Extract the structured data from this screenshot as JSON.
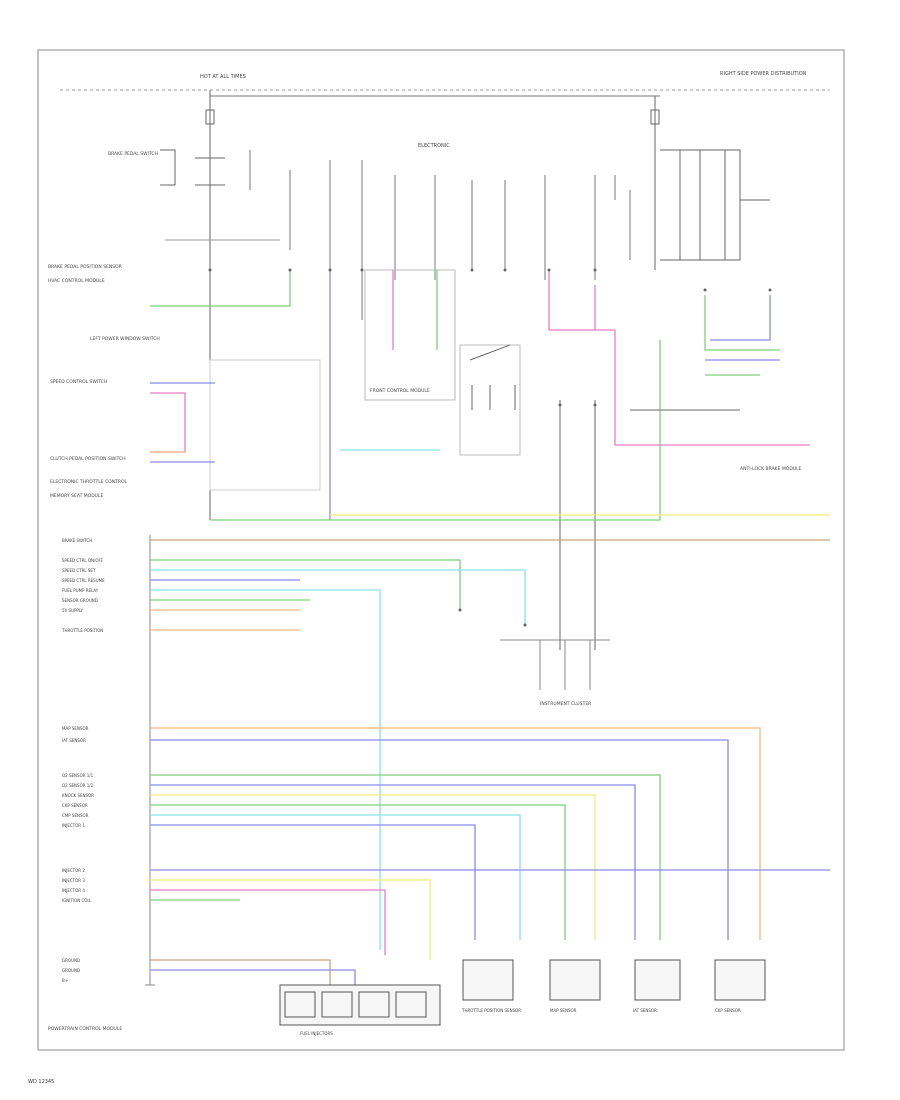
{
  "header": {
    "hot_at_all_times": "HOT AT ALL TIMES",
    "right_bus": "RIGHT SIDE POWER DISTRIBUTION",
    "electronic": "ELECTRONIC"
  },
  "left_labels": [
    "BRAKE PEDAL SWITCH",
    "BRAKE PEDAL POSITION SENSOR",
    "HVAC CONTROL MODULE",
    "LEFT POWER WINDOW SWITCH",
    "SPEED CONTROL SWITCH",
    "CLUTCH PEDAL POSITION SWITCH",
    "ELECTRONIC THROTTLE CONTROL",
    "MEMORY SEAT MODULE"
  ],
  "connector_labels": [
    "POWERTRAIN CONTROL MODULE",
    "INSTRUMENT CLUSTER",
    "FRONT CONTROL MODULE",
    "ANTI-LOCK BRAKE MODULE"
  ],
  "pcm_pins": [
    "BRAKE SWITCH",
    "SPEED CTRL ON/OFF",
    "SPEED CTRL SET",
    "SPEED CTRL RESUME",
    "FUEL PUMP RELAY",
    "SENSOR GROUND",
    "5V SUPPLY",
    "THROTTLE POSITION",
    "MAP SENSOR",
    "IAT SENSOR",
    "O2 SENSOR 1/1",
    "O2 SENSOR 1/2",
    "KNOCK SENSOR",
    "CKP SENSOR",
    "CMP SENSOR",
    "INJECTOR 1",
    "INJECTOR 2",
    "INJECTOR 3",
    "INJECTOR 4",
    "IGNITION COIL",
    "GROUND",
    "GROUND",
    "B+"
  ],
  "bottom_components": [
    "FUEL INJECTORS",
    "THROTTLE POSITION SENSOR",
    "MAP SENSOR",
    "IAT SENSOR",
    "CKP SENSOR"
  ],
  "footer": {
    "id": "WD 12345"
  },
  "colors": {
    "green": "#7cd17c",
    "blue": "#8a8aef",
    "pink": "#f07ac0",
    "orange": "#f5b880",
    "yellow": "#eded7a",
    "cyan": "#86e4e4",
    "tan": "#c9a37a",
    "magenta": "#e07ae0"
  }
}
